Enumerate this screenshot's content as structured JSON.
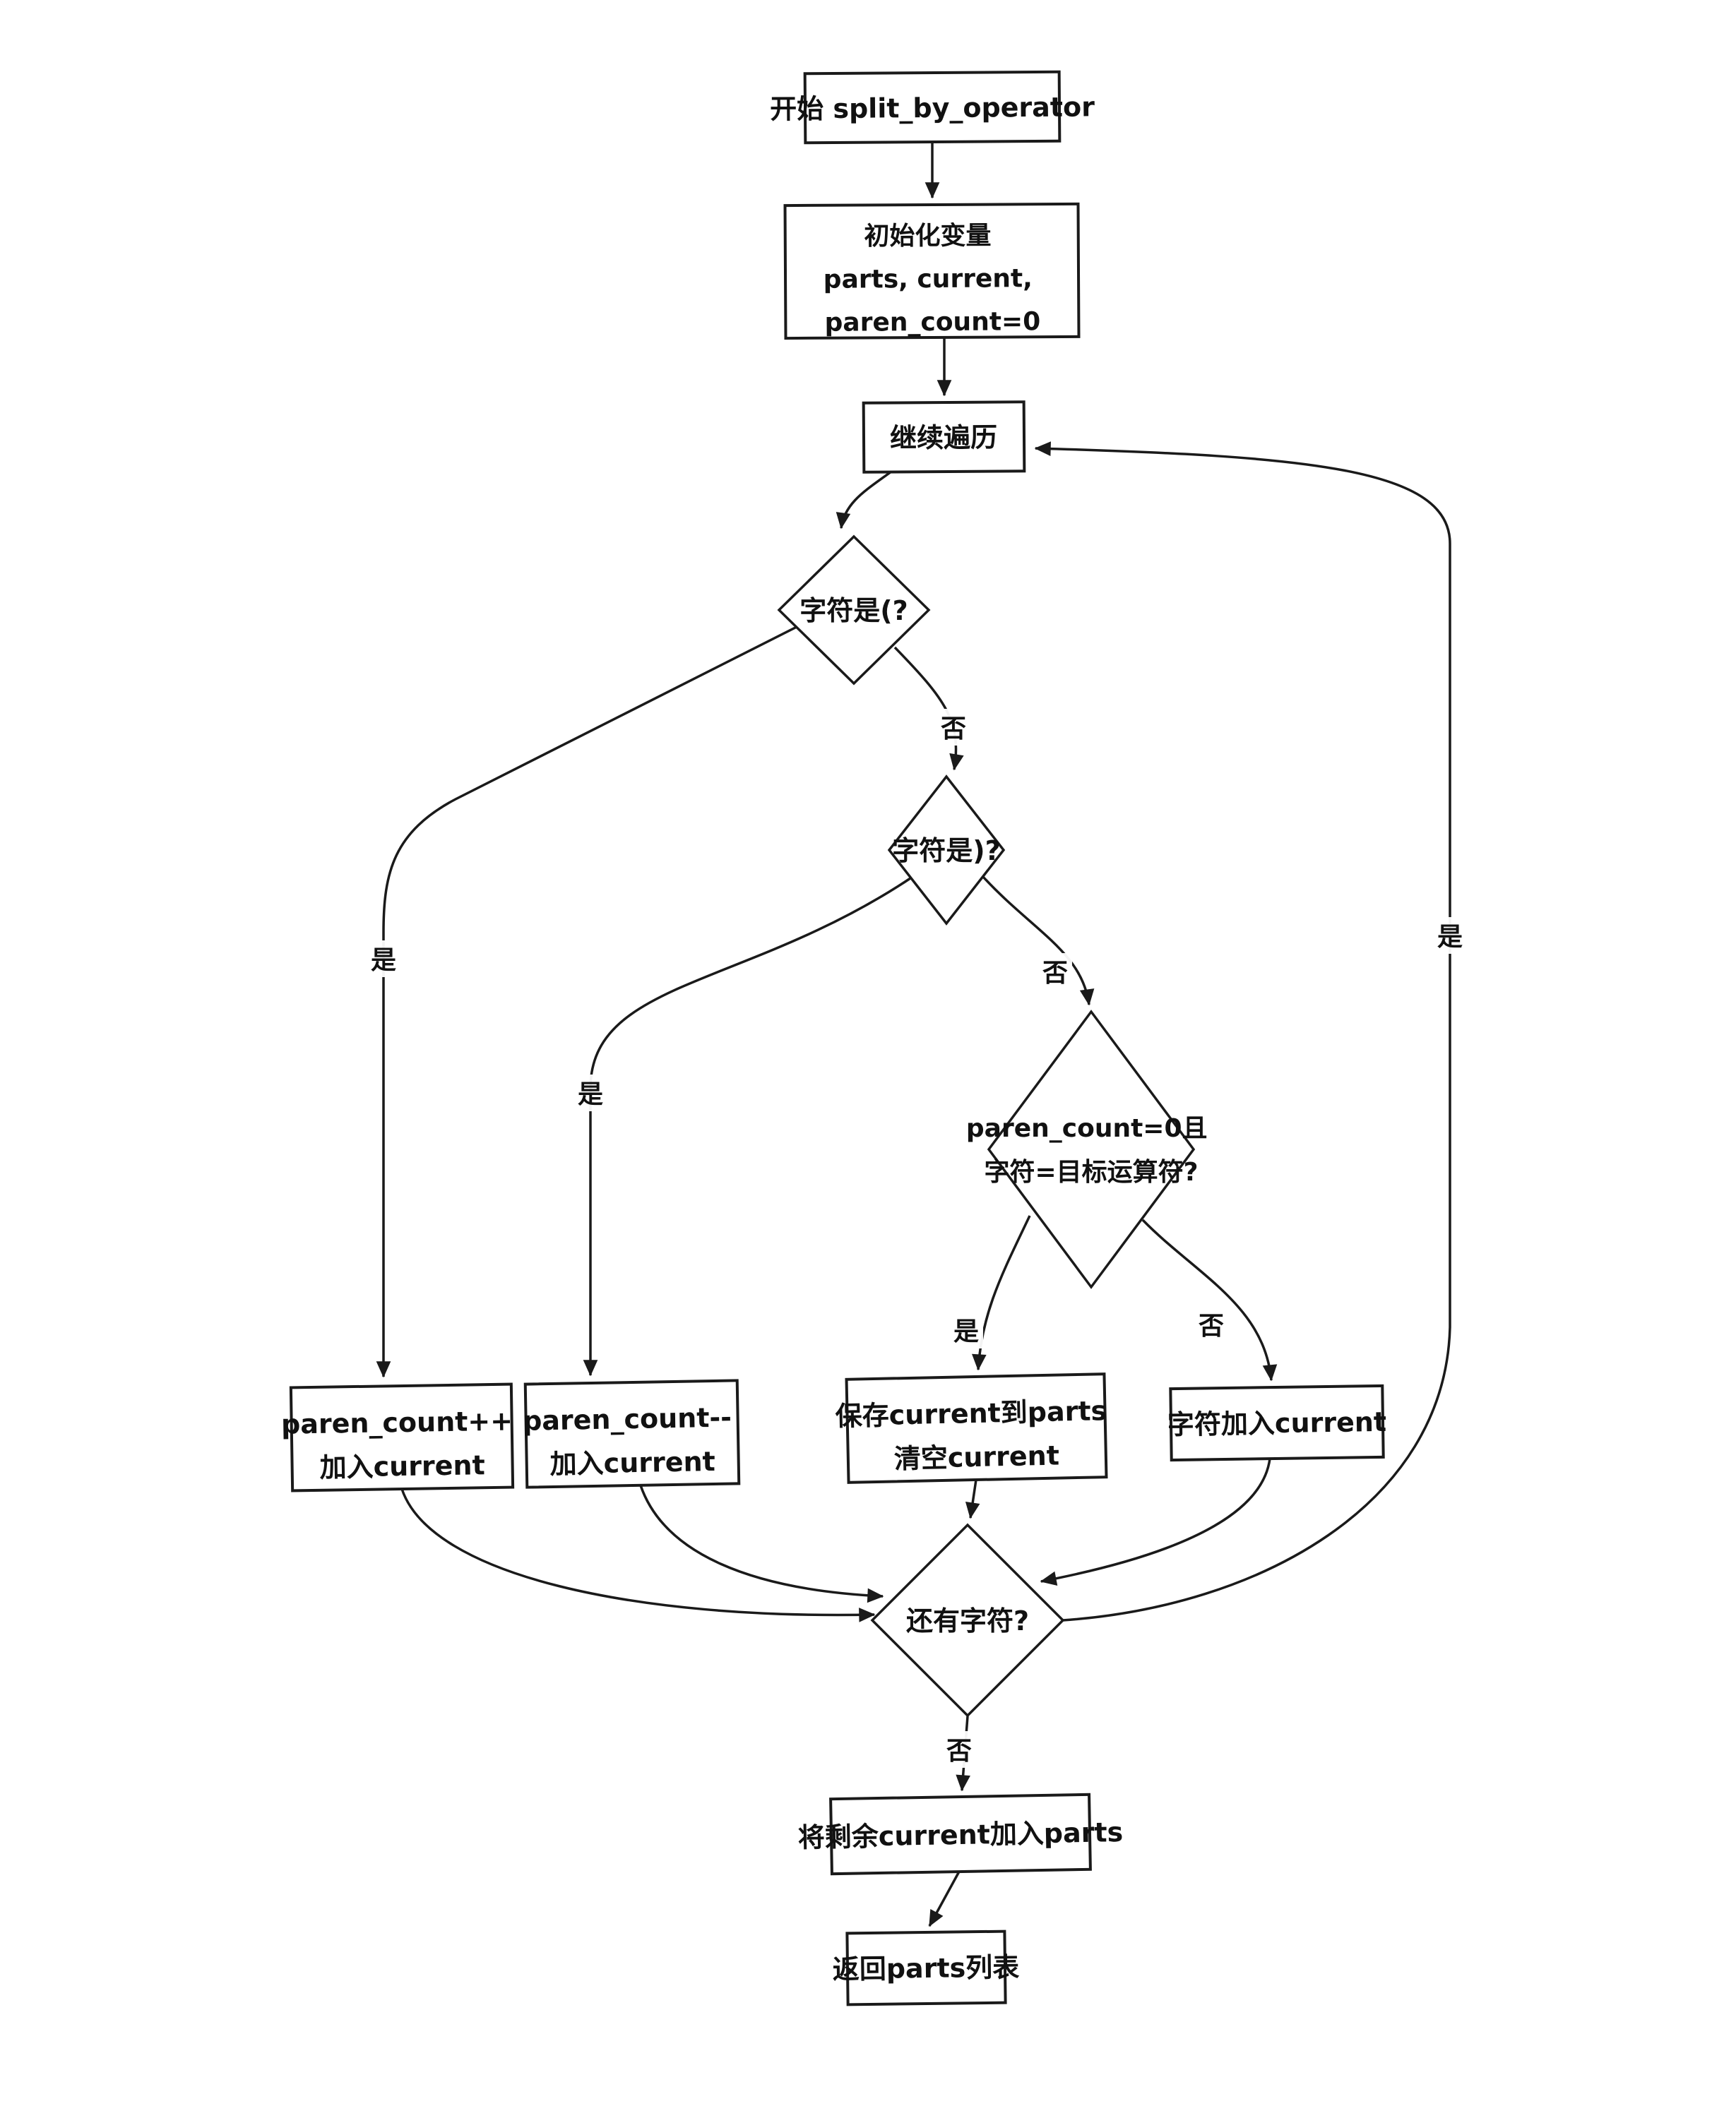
{
  "diagram_type": "flowchart",
  "colors": {
    "line": "#1a1a1a",
    "background": "#ffffff",
    "text": "#111111"
  },
  "nodes": {
    "start": {
      "label": "开始 split_by_operator"
    },
    "init": {
      "lines": [
        "初始化变量",
        "parts, current,",
        "paren_count=0"
      ]
    },
    "continue_loop": {
      "label": "继续遍历"
    },
    "is_open_paren": {
      "label": "字符是(?"
    },
    "is_close_paren": {
      "label": "字符是)?"
    },
    "is_target_operator": {
      "lines": [
        "paren_count=0且",
        "字符=目标运算符?"
      ]
    },
    "paren_inc": {
      "lines": [
        "paren_count++",
        "加入current"
      ]
    },
    "paren_dec": {
      "lines": [
        "paren_count--",
        "加入current"
      ]
    },
    "save_part": {
      "lines": [
        "保存current到parts",
        "清空current"
      ]
    },
    "append_char": {
      "label": "字符加入current"
    },
    "has_more_chars": {
      "label": "还有字符?"
    },
    "append_remainder": {
      "label": "将剩余current加入parts"
    },
    "return_parts": {
      "label": "返回parts列表"
    }
  },
  "edge_labels": {
    "open_yes": "是",
    "open_no": "否",
    "close_yes": "是",
    "close_no": "否",
    "operator_yes": "是",
    "operator_no": "否",
    "more_yes": "是",
    "more_no": "否"
  }
}
